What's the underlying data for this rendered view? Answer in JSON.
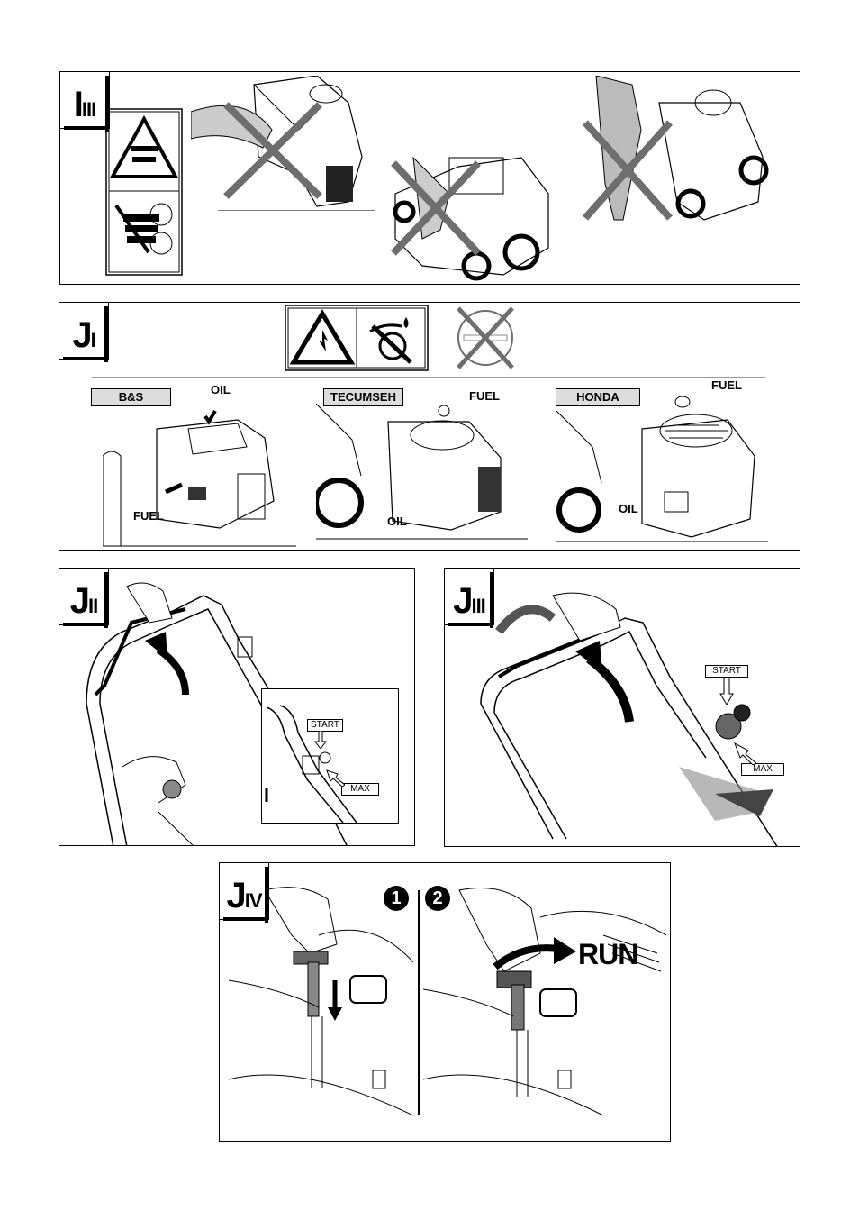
{
  "panels": {
    "p1": {
      "tab": "I",
      "tab_sub": "III"
    },
    "p2": {
      "tab": "J",
      "tab_sub": "I",
      "engines": [
        {
          "brand": "B&S",
          "top_label": "OIL",
          "side_label": "FUEL"
        },
        {
          "brand": "TECUMSEH",
          "top_label": "FUEL",
          "side_label": "OIL"
        },
        {
          "brand": "HONDA",
          "top_label": "FUEL",
          "side_label": "OIL"
        }
      ]
    },
    "p3": {
      "tab": "J",
      "tab_sub": "II",
      "start": "START",
      "max": "MAX"
    },
    "p4": {
      "tab": "J",
      "tab_sub": "III",
      "start": "START",
      "max": "MAX"
    },
    "p5": {
      "tab": "J",
      "tab_sub": "IV",
      "step1": "1",
      "step2": "2",
      "run": "RUN"
    }
  },
  "colors": {
    "cross": "#6e6e6e",
    "label_bg": "#dddddd",
    "line": "#000000",
    "shade": "#bdbdbd"
  }
}
